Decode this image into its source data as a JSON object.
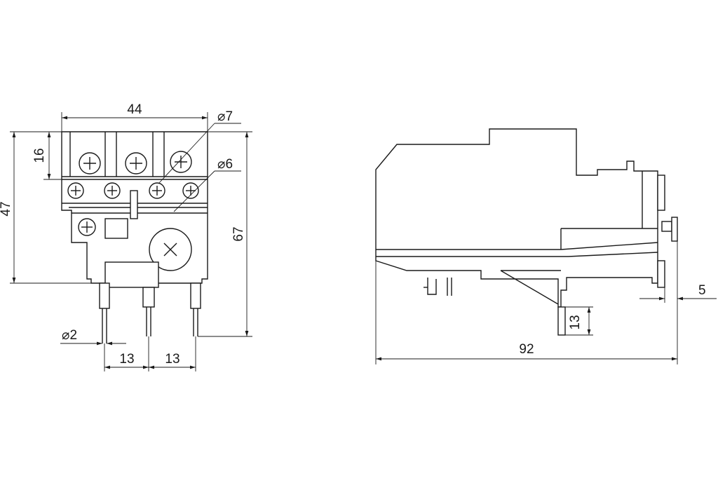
{
  "front_view": {
    "dim_width": "44",
    "dim_height_total": "47",
    "dim_top_row": "16",
    "dim_overall": "67",
    "dim_screw_large": "⌀7",
    "dim_screw_small": "⌀6",
    "dim_pin": "⌀2",
    "dim_pitch_left": "13",
    "dim_pitch_right": "13"
  },
  "side_view": {
    "dim_length": "92",
    "dim_offset": "5",
    "dim_pin_length": "13"
  }
}
